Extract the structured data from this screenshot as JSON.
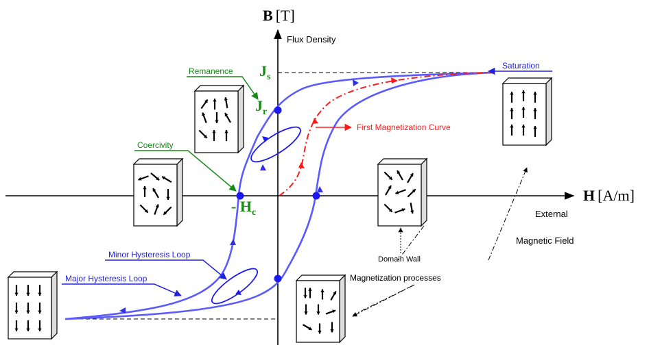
{
  "colors": {
    "loop": "#5a5aff",
    "minor_loop": "#1a1aee",
    "initial_curve": "#ff1a1a",
    "green": "#168a16",
    "annot_blue": "#2222dd",
    "black": "#000000"
  },
  "axes": {
    "y_symbol": "B",
    "y_unit": "[T]",
    "y_label": "Flux Density",
    "x_symbol": "H",
    "x_unit": "[A/m]",
    "x_label_line1": "External",
    "x_label_line2": "Magnetic Field"
  },
  "symbols": {
    "js_main": "J",
    "js_sub": "s",
    "jr_main": "J",
    "jr_sub": "r",
    "hc_prefix": "- ",
    "hc_main": "H",
    "hc_sub": "c"
  },
  "labels": {
    "saturation": "Saturation",
    "remanence": "Remanence",
    "coercivity": "Coercivity",
    "first_magnetization": "First Magnetization Curve",
    "minor_loop": "Minor Hysteresis Loop",
    "major_loop": "Major Hysteresis Loop",
    "domain_wall": "Domain Wall",
    "magnetization_processes": "Magnetization processes"
  },
  "icons": {
    "domain_box": "domain-box-icon",
    "arrow": "arrow-icon",
    "point": "point-marker-icon"
  }
}
